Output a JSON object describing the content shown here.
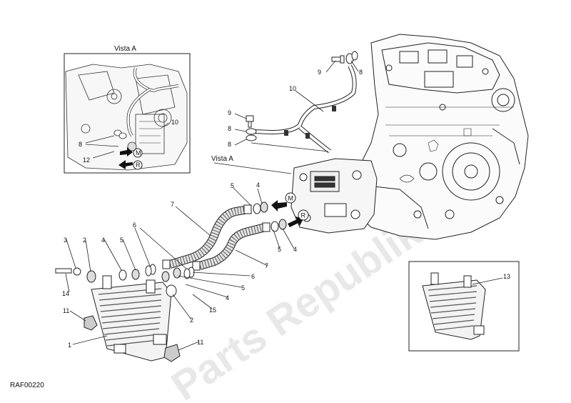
{
  "inset_a": {
    "title": "Vista A"
  },
  "inset_b": {},
  "main": {
    "view_a_label": "Vista A",
    "arrow_m": "M",
    "arrow_r": "R"
  },
  "callouts": {
    "n1": "1",
    "n2": "2",
    "n3": "3",
    "n4": "4",
    "n5": "5",
    "n6": "6",
    "n7": "7",
    "n8": "8",
    "n9": "9",
    "n10": "10",
    "n11": "11",
    "n12": "12",
    "n13": "13",
    "n14": "14",
    "n15": "15"
  },
  "footer": {
    "code": "RAF00220"
  },
  "watermark": {
    "text": "Parts Republik"
  }
}
